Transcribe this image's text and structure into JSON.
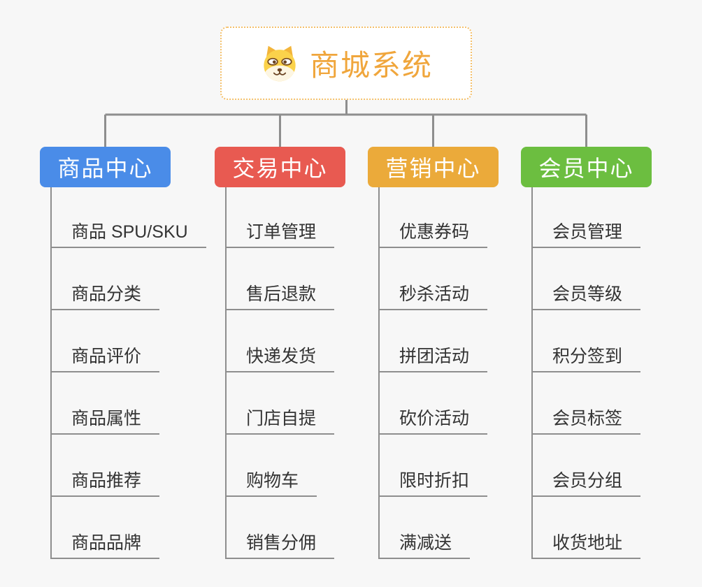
{
  "root": {
    "title": "商城系统",
    "icon": "dog-face-icon"
  },
  "style": {
    "background_color": "#f7f7f7",
    "connector_color": "#8e8e8e",
    "root_accent_color": "#f0a63c",
    "root_border_color": "#f4c06a",
    "leaf_text_color": "#333333"
  },
  "columns": [
    {
      "label": "商品中心",
      "color": "#4a8ce8",
      "items": [
        "商品 SPU/SKU",
        "商品分类",
        "商品评价",
        "商品属性",
        "商品推荐",
        "商品品牌"
      ]
    },
    {
      "label": "交易中心",
      "color": "#e85a51",
      "items": [
        "订单管理",
        "售后退款",
        "快递发货",
        "门店自提",
        "购物车",
        "销售分佣"
      ]
    },
    {
      "label": "营销中心",
      "color": "#ebaa3a",
      "items": [
        "优惠券码",
        "秒杀活动",
        "拼团活动",
        "砍价活动",
        "限时折扣",
        "满减送"
      ]
    },
    {
      "label": "会员中心",
      "color": "#6cbe40",
      "items": [
        "会员管理",
        "会员等级",
        "积分签到",
        "会员标签",
        "会员分组",
        "收货地址"
      ]
    }
  ]
}
